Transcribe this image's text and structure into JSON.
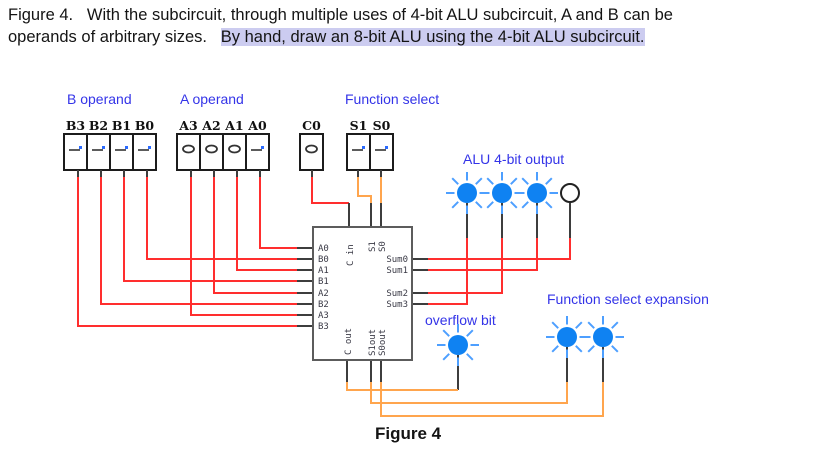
{
  "header": {
    "line1": "Figure 4.   With the subcircuit, through multiple uses of 4-bit ALU subcircuit, A and B can be",
    "line2_prefix": "operands of arbitrary sizes.   ",
    "line2_highlight": "By hand, draw an 8-bit ALU using the 4-bit ALU subcircuit.",
    "highlight_color": "#ccccf0"
  },
  "section_labels": {
    "b_operand": "B operand",
    "a_operand": "A operand",
    "function_select": "Function select",
    "alu_output": "ALU 4-bit output",
    "overflow_bit": "overflow bit",
    "function_select_expansion": "Function select expansion"
  },
  "figure_caption": "Figure 4",
  "switches": {
    "b_group": [
      {
        "label": "B3",
        "state": "on"
      },
      {
        "label": "B2",
        "state": "on"
      },
      {
        "label": "B1",
        "state": "on"
      },
      {
        "label": "B0",
        "state": "on"
      }
    ],
    "a_group": [
      {
        "label": "A3",
        "state": "off"
      },
      {
        "label": "A2",
        "state": "off"
      },
      {
        "label": "A1",
        "state": "off"
      },
      {
        "label": "A0",
        "state": "on"
      }
    ],
    "carry_in": {
      "label": "C0",
      "state": "off"
    },
    "select": [
      {
        "label": "S1",
        "state": "on"
      },
      {
        "label": "S0",
        "state": "on"
      }
    ]
  },
  "alu": {
    "left_pins": [
      "A0",
      "B0",
      "A1",
      "B1",
      "A2",
      "B2",
      "A3",
      "B3"
    ],
    "right_pins": [
      "Sum0",
      "Sum1",
      "Sum2",
      "Sum3"
    ],
    "top_pins": [
      "C in",
      "S1",
      "S0"
    ],
    "bottom_pins": [
      "C out",
      "S1out",
      "S0out"
    ]
  },
  "leds": {
    "output_states": [
      "on",
      "on",
      "on",
      "off"
    ],
    "overflow_state": "on",
    "expansion_states": [
      "on",
      "on"
    ]
  },
  "colors": {
    "wire_high": "#ff2e2e",
    "wire_select": "#ffa54d",
    "wire_neutral": "#3d3d3d",
    "led_on": "#0f82f2",
    "led_ray": "#4d9fff",
    "label_blue": "#3434e8"
  }
}
